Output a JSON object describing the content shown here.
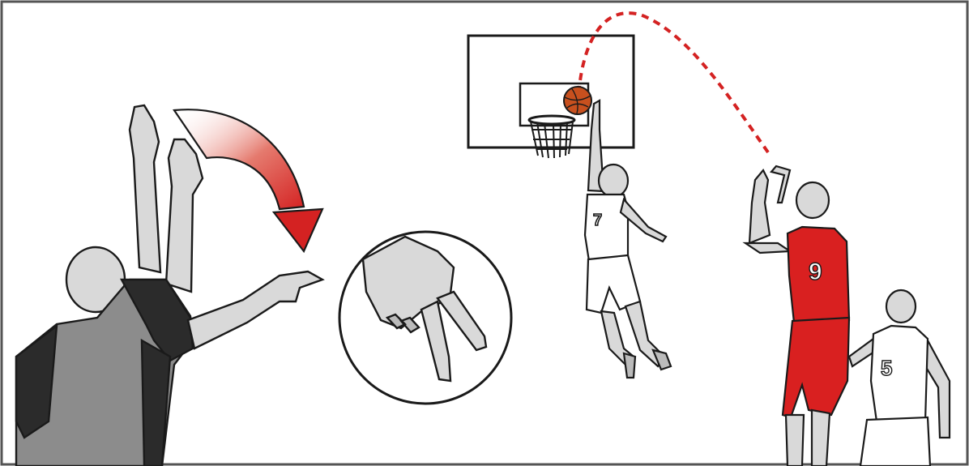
{
  "illustration": {
    "colors": {
      "skin": "#d9d9d9",
      "skin_shadow": "#b8b8b8",
      "referee_shirt_dark": "#2b2b2b",
      "referee_shirt_gray": "#8c8c8c",
      "red_team": "#d92020",
      "white_team": "#ffffff",
      "ball": "#c8501e",
      "outline": "#1a1a1a",
      "arrow_red": "#d42222",
      "frame": "#555555"
    },
    "players": [
      {
        "role": "shooter",
        "team": "red",
        "number": "9"
      },
      {
        "role": "rebounder-jumper",
        "team": "white",
        "number": "7"
      },
      {
        "role": "defender",
        "team": "white",
        "number": "5"
      }
    ],
    "signal": {
      "name": "two-fingers-hand-signal"
    }
  }
}
